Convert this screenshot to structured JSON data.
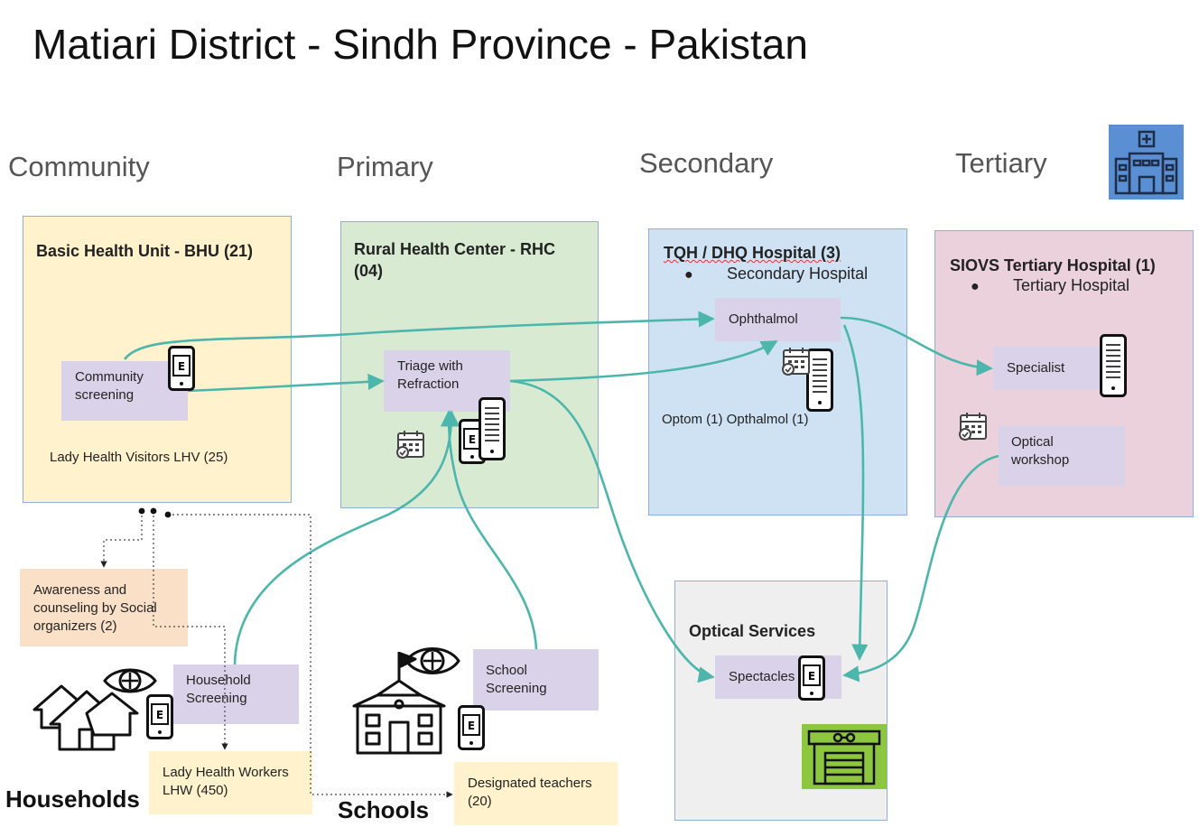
{
  "title": "Matiari District - Sindh Province - Pakistan",
  "levels": {
    "community": "Community",
    "primary": "Primary",
    "secondary": "Secondary",
    "tertiary": "Tertiary"
  },
  "panels": {
    "bhu": {
      "title": "Basic Health Unit - BHU (21)",
      "note": "Lady Health Visitors LHV (25)"
    },
    "rhc": {
      "title": "Rural Health Center - RHC (04)"
    },
    "tqh": {
      "title": "TQH / DHQ Hospital (3)",
      "bullet": "Secondary Hospital",
      "note": "Optom (1) Opthalmol (1)"
    },
    "siovs": {
      "title": "SIOVS Tertiary Hospital (1)",
      "bullet": "Tertiary Hospital"
    },
    "optical": {
      "title": "Optical Services"
    }
  },
  "boxes": {
    "community_screening": "Community screening",
    "triage": "Triage with Refraction",
    "ophthalmol": "Ophthalmol",
    "specialist": "Specialist",
    "optical_workshop": "Optical workshop",
    "spectacles": "Spectacles",
    "awareness": "Awareness and counseling by Social organizers (2)",
    "household_screening": "Household Screening",
    "school_screening": "School Screening",
    "lhw": "Lady Health Workers LHW (450)",
    "designated_teachers": "Designated teachers (20)"
  },
  "labels": {
    "households": "Households",
    "schools": "Schools"
  },
  "colors": {
    "bhu_fill": "#fff2cc",
    "rhc_fill": "#d9ead3",
    "secondary_fill": "#cfe2f3",
    "tertiary_fill": "#ead1dc",
    "optical_fill": "#efefef",
    "box_fill": "#d9d2e9",
    "arrow": "#4db6ac",
    "hospital_icon": "#5b8fd4",
    "optical_shop_icon": "#8dc63f"
  },
  "icons": [
    "hospital-building-icon",
    "mobile-eye-chart-icon",
    "calendar-check-icon",
    "houses-eye-icon",
    "school-eye-icon",
    "optical-shop-icon"
  ]
}
